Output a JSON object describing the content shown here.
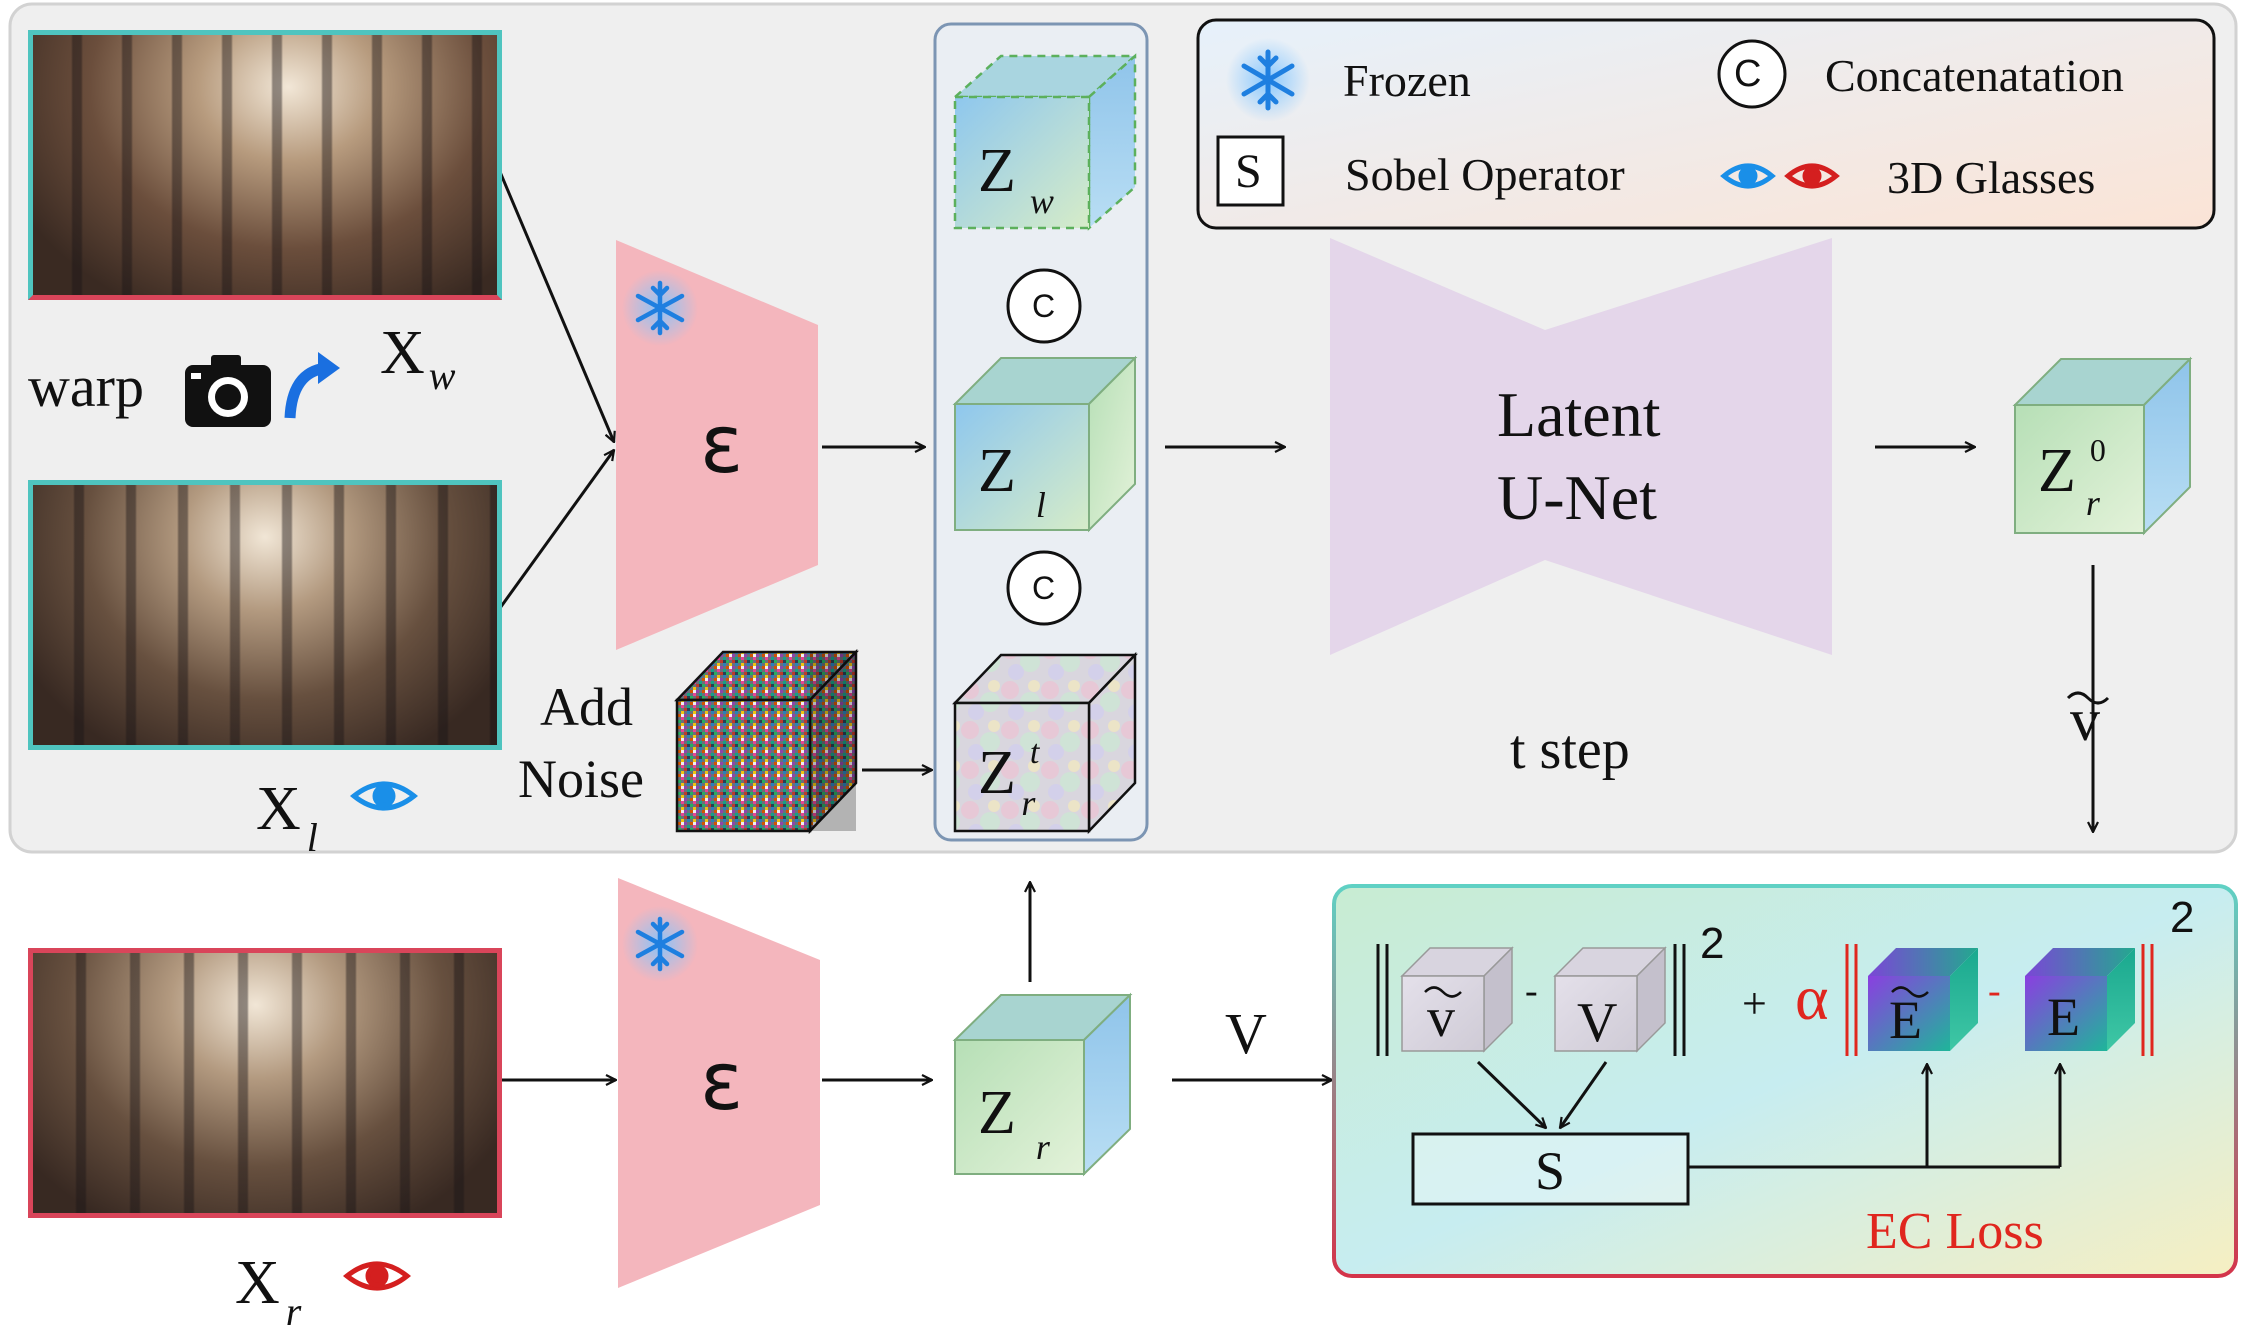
{
  "legend": {
    "frozen": "Frozen",
    "concat_symbol": "C",
    "concat": "Concatenatation",
    "sobel_symbol": "S",
    "sobel": "Sobel Operator",
    "glasses": "3D Glasses"
  },
  "inputs": {
    "xw": {
      "base": "X",
      "sub": "w"
    },
    "xl": {
      "base": "X",
      "sub": "l"
    },
    "xr": {
      "base": "X",
      "sub": "r"
    },
    "warp": "warp"
  },
  "encoder": {
    "symbol": "ε"
  },
  "noise": {
    "line1": "Add",
    "line2": "Noise"
  },
  "latents": {
    "zw": {
      "base": "Z",
      "sub": "w"
    },
    "zl": {
      "base": "Z",
      "sub": "l"
    },
    "zrt": {
      "base": "Z",
      "sup": "t",
      "sub": "r"
    },
    "zr": {
      "base": "Z",
      "sub": "r"
    },
    "zr0": {
      "base": "Z",
      "sup": "0",
      "sub": "r"
    }
  },
  "concat_mark": "C",
  "unet": {
    "line1": "Latent",
    "line2": "U-Net",
    "step": "t step"
  },
  "flow": {
    "v_tilde": "v",
    "v_label": "V"
  },
  "loss": {
    "v_tilde": "v",
    "v": "V",
    "minus": "-",
    "plus": "+",
    "alpha": "α",
    "e_tilde": "E",
    "e": "E",
    "square": "2",
    "sobel": "S",
    "title": "EC Loss"
  },
  "colors": {
    "encoder": "#f4b6bd",
    "unet": "#e4d6ea",
    "gray_panel": "#efefef",
    "loss_red": "#e0261e",
    "eye_blue": "#1a8fe8",
    "eye_red": "#d41f1f",
    "frame_teal": "#4fc4bf",
    "frame_red": "#d9455a"
  }
}
